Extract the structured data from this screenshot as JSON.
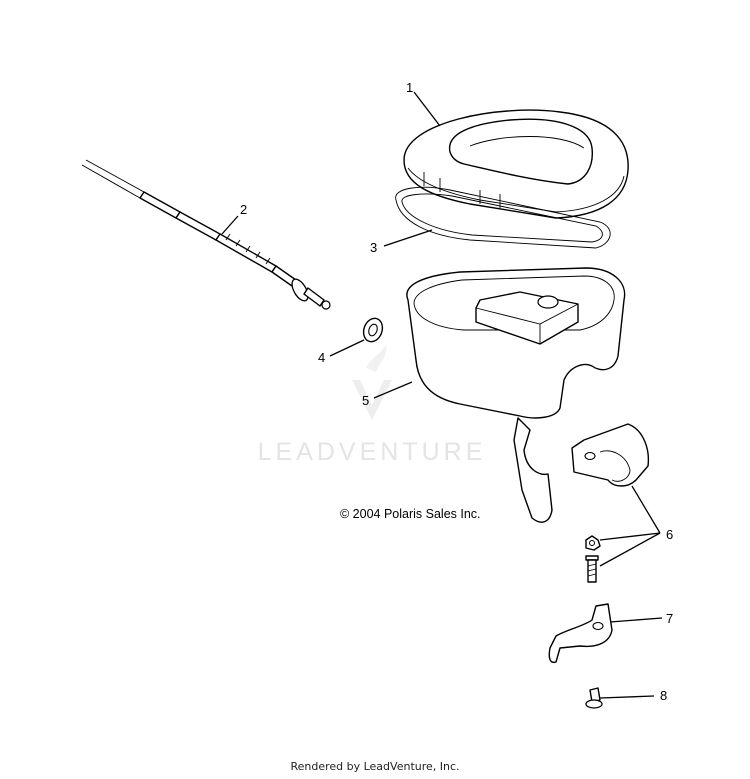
{
  "watermark": {
    "brand": "LEADVENTURE"
  },
  "copyright": "© 2004 Polaris Sales Inc.",
  "footer": "Rendered by LeadVenture, Inc.",
  "callouts": [
    {
      "id": "1",
      "label": "1"
    },
    {
      "id": "2",
      "label": "2"
    },
    {
      "id": "3",
      "label": "3"
    },
    {
      "id": "4",
      "label": "4"
    },
    {
      "id": "5",
      "label": "5"
    },
    {
      "id": "6",
      "label": "6"
    },
    {
      "id": "7",
      "label": "7"
    },
    {
      "id": "8",
      "label": "8"
    }
  ]
}
